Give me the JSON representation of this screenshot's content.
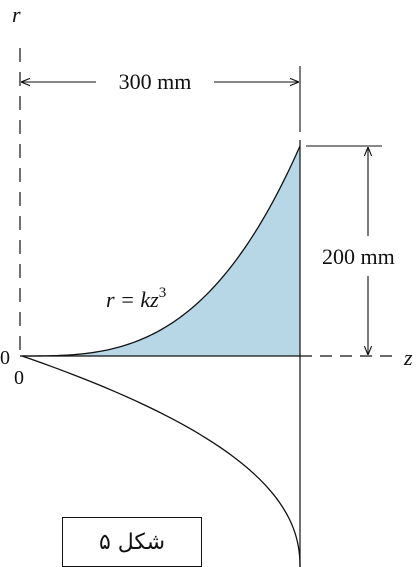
{
  "figure": {
    "axis_r_label": "r",
    "axis_z_label": "z",
    "origin_label_left": "0",
    "origin_label_below": "0",
    "width_dim_label": "300 mm",
    "height_dim_label": "200 mm",
    "curve_equation_prefix": "r = kz",
    "curve_equation_exponent": "3",
    "caption": "شکل ۵",
    "fill_color": "#b7d6e6",
    "line_color": "#111111"
  }
}
